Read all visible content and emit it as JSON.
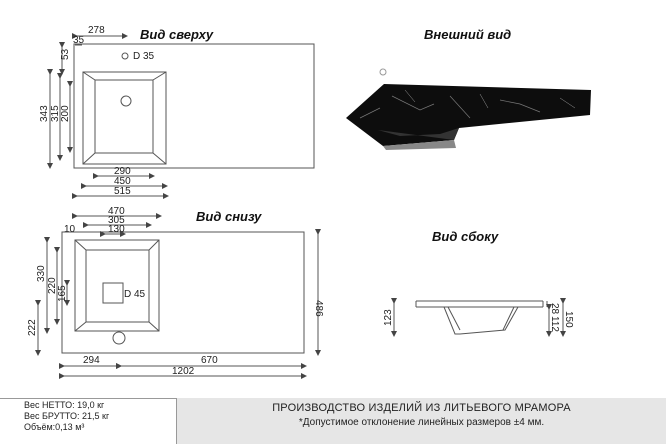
{
  "titles": {
    "top_view": "Вид сверху",
    "exterior_view": "Внешний вид",
    "bottom_view": "Вид снизу",
    "side_view": "Вид сбоку"
  },
  "top_view": {
    "dims": [
      "278",
      "35",
      "53",
      "D 35",
      "343",
      "315",
      "200",
      "290",
      "450",
      "515"
    ]
  },
  "bottom_view": {
    "dims": [
      "470",
      "305",
      "130",
      "10",
      "330",
      "220",
      "165",
      "D 45",
      "222",
      "486",
      "294",
      "670",
      "1202"
    ]
  },
  "side_view": {
    "dims": [
      "123",
      "28",
      "112",
      "150"
    ]
  },
  "footer": {
    "net_weight": "Вес НЕТТО: 19,0 кг",
    "gross_weight": "Вес БРУТТО: 21,5 кг",
    "volume": "Объём:0,13 м³",
    "company_line": "ПРОИЗВОДСТВО ИЗДЕЛИЙ ИЗ ЛИТЬЕВОГО МРАМОРА",
    "tolerance_line": "*Допустимое отклонение линейных размеров ±4 мм."
  },
  "colors": {
    "lines": "#555555",
    "marble": "#0d0d0d",
    "footer_bg": "#e6e6e6"
  }
}
